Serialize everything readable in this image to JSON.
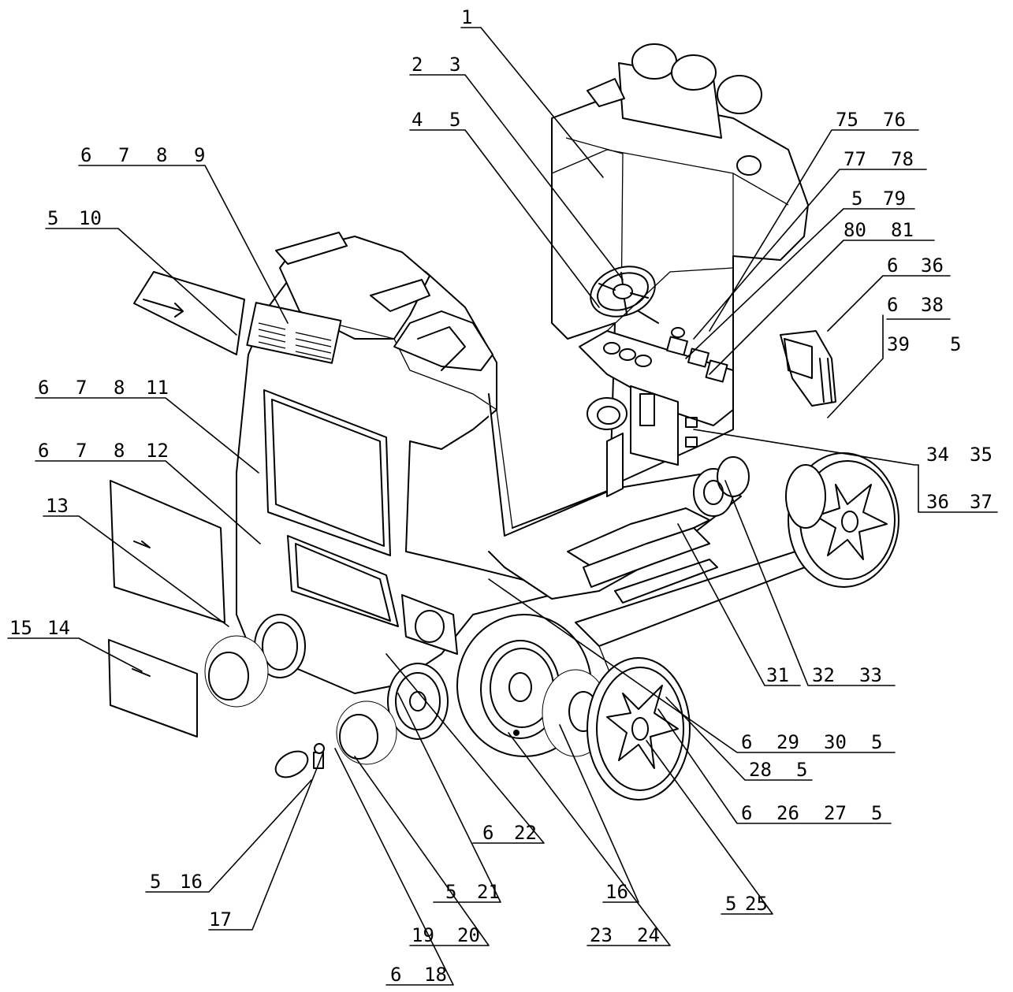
{
  "figure": {
    "colors": {
      "ink": "#000000",
      "paper": "#ffffff"
    }
  },
  "callouts": [
    {
      "id": "c1",
      "labels": [
        "1"
      ]
    },
    {
      "id": "c2",
      "labels": [
        "2",
        "3"
      ]
    },
    {
      "id": "c3",
      "labels": [
        "4",
        "5"
      ]
    },
    {
      "id": "c4",
      "labels": [
        "6",
        "7",
        "8",
        "9"
      ]
    },
    {
      "id": "c5",
      "labels": [
        "5",
        "10"
      ]
    },
    {
      "id": "c6",
      "labels": [
        "6",
        "7",
        "8",
        "11"
      ]
    },
    {
      "id": "c7",
      "labels": [
        "6",
        "7",
        "8",
        "12"
      ]
    },
    {
      "id": "c8",
      "labels": [
        "13"
      ]
    },
    {
      "id": "c9",
      "labels": [
        "15",
        "14"
      ]
    },
    {
      "id": "c10",
      "labels": [
        "5",
        "16"
      ]
    },
    {
      "id": "c11",
      "labels": [
        "17"
      ]
    },
    {
      "id": "c12",
      "labels": [
        "6",
        "18"
      ]
    },
    {
      "id": "c13",
      "labels": [
        "19",
        "20"
      ]
    },
    {
      "id": "c14",
      "labels": [
        "5",
        "21"
      ]
    },
    {
      "id": "c15",
      "labels": [
        "6",
        "22"
      ]
    },
    {
      "id": "c16",
      "labels": [
        "23",
        "24"
      ]
    },
    {
      "id": "c17",
      "labels": [
        "16"
      ]
    },
    {
      "id": "c18",
      "labels": [
        "5",
        "25"
      ]
    },
    {
      "id": "c19",
      "labels": [
        "6",
        "26",
        "27",
        "5"
      ]
    },
    {
      "id": "c20",
      "labels": [
        "28",
        "5"
      ]
    },
    {
      "id": "c21",
      "labels": [
        "6",
        "29",
        "30",
        "5"
      ]
    },
    {
      "id": "c22",
      "labels": [
        "32",
        "33"
      ]
    },
    {
      "id": "c23",
      "labels": [
        "31"
      ]
    },
    {
      "id": "c24",
      "labels": [
        "34",
        "35"
      ]
    },
    {
      "id": "c25",
      "labels": [
        "36",
        "37"
      ]
    },
    {
      "id": "c26",
      "labels": [
        "6",
        "38"
      ]
    },
    {
      "id": "c27",
      "labels": [
        "39",
        "5"
      ]
    },
    {
      "id": "c28",
      "labels": [
        "6",
        "36"
      ]
    },
    {
      "id": "c29",
      "labels": [
        "80",
        "81"
      ]
    },
    {
      "id": "c30",
      "labels": [
        "5",
        "79"
      ]
    },
    {
      "id": "c31",
      "labels": [
        "77",
        "78"
      ]
    },
    {
      "id": "c32",
      "labels": [
        "75",
        "76"
      ]
    }
  ]
}
